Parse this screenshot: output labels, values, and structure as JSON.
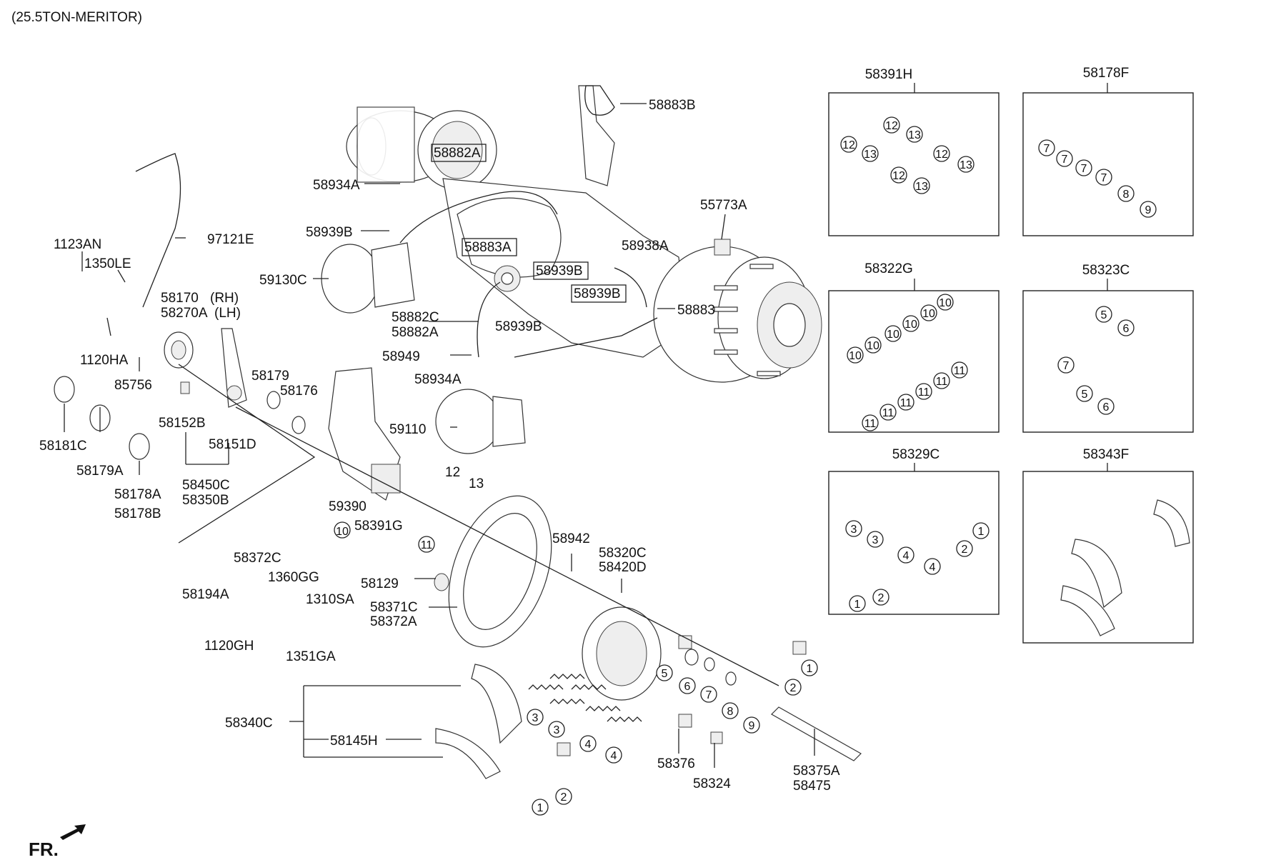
{
  "header": {
    "model": "(25.5TON-MERITOR)"
  },
  "footer": {
    "direction": "FR."
  },
  "labels": {
    "p58883B": "58883B",
    "p58882A_top": "58882A",
    "p58934A_top": "58934A",
    "p58939B_l": "58939B",
    "p58883A": "58883A",
    "p58938A": "58938A",
    "p58939B_box": "58939B",
    "p58939B_r": "58939B",
    "p59130C": "59130C",
    "p58882C": "58882C",
    "p58882A_mid": "58882A",
    "p58939B_mid": "58939B",
    "p58949": "58949",
    "p58934A_mid": "58934A",
    "p59110": "59110",
    "p55773A": "55773A",
    "p58883": "58883",
    "p97121E": "97121E",
    "p1123AN": "1123AN",
    "p1350LE": "1350LE",
    "p58170": "58170",
    "p58170_side": "(RH)",
    "p58270A": "58270A",
    "p58270A_side": "(LH)",
    "p1120HA": "1120HA",
    "p85756": "85756",
    "p58179": "58179",
    "p58176": "58176",
    "p58152B": "58152B",
    "p58151D": "58151D",
    "p58181C": "58181C",
    "p58179A": "58179A",
    "p58178A": "58178A",
    "p58178B": "58178B",
    "p58450C": "58450C",
    "p58350B": "58350B",
    "p59390": "59390",
    "p12": "12",
    "p13": "13",
    "p10": "10",
    "p58391G": "58391G",
    "p11": "11",
    "p58942": "58942",
    "p58320C": "58320C",
    "p58420D": "58420D",
    "p58372C": "58372C",
    "p1360GG": "1360GG",
    "p58194A": "58194A",
    "p58129": "58129",
    "p58371C": "58371C",
    "p58372A": "58372A",
    "p1310SA": "1310SA",
    "p1120GH": "1120GH",
    "p1351GA": "1351GA",
    "p58340C": "58340C",
    "p58145H": "58145H",
    "p58376": "58376",
    "p58324": "58324",
    "p58375A": "58375A",
    "p58475": "58475",
    "n1": "1",
    "n2": "2",
    "n3": "3",
    "n4": "4",
    "n5": "5",
    "n6": "6",
    "n7": "7",
    "n8": "8",
    "n9": "9"
  },
  "kits": [
    {
      "code": "58391H"
    },
    {
      "code": "58178F"
    },
    {
      "code": "58322G"
    },
    {
      "code": "58323C"
    },
    {
      "code": "58329C"
    },
    {
      "code": "58343F"
    }
  ]
}
